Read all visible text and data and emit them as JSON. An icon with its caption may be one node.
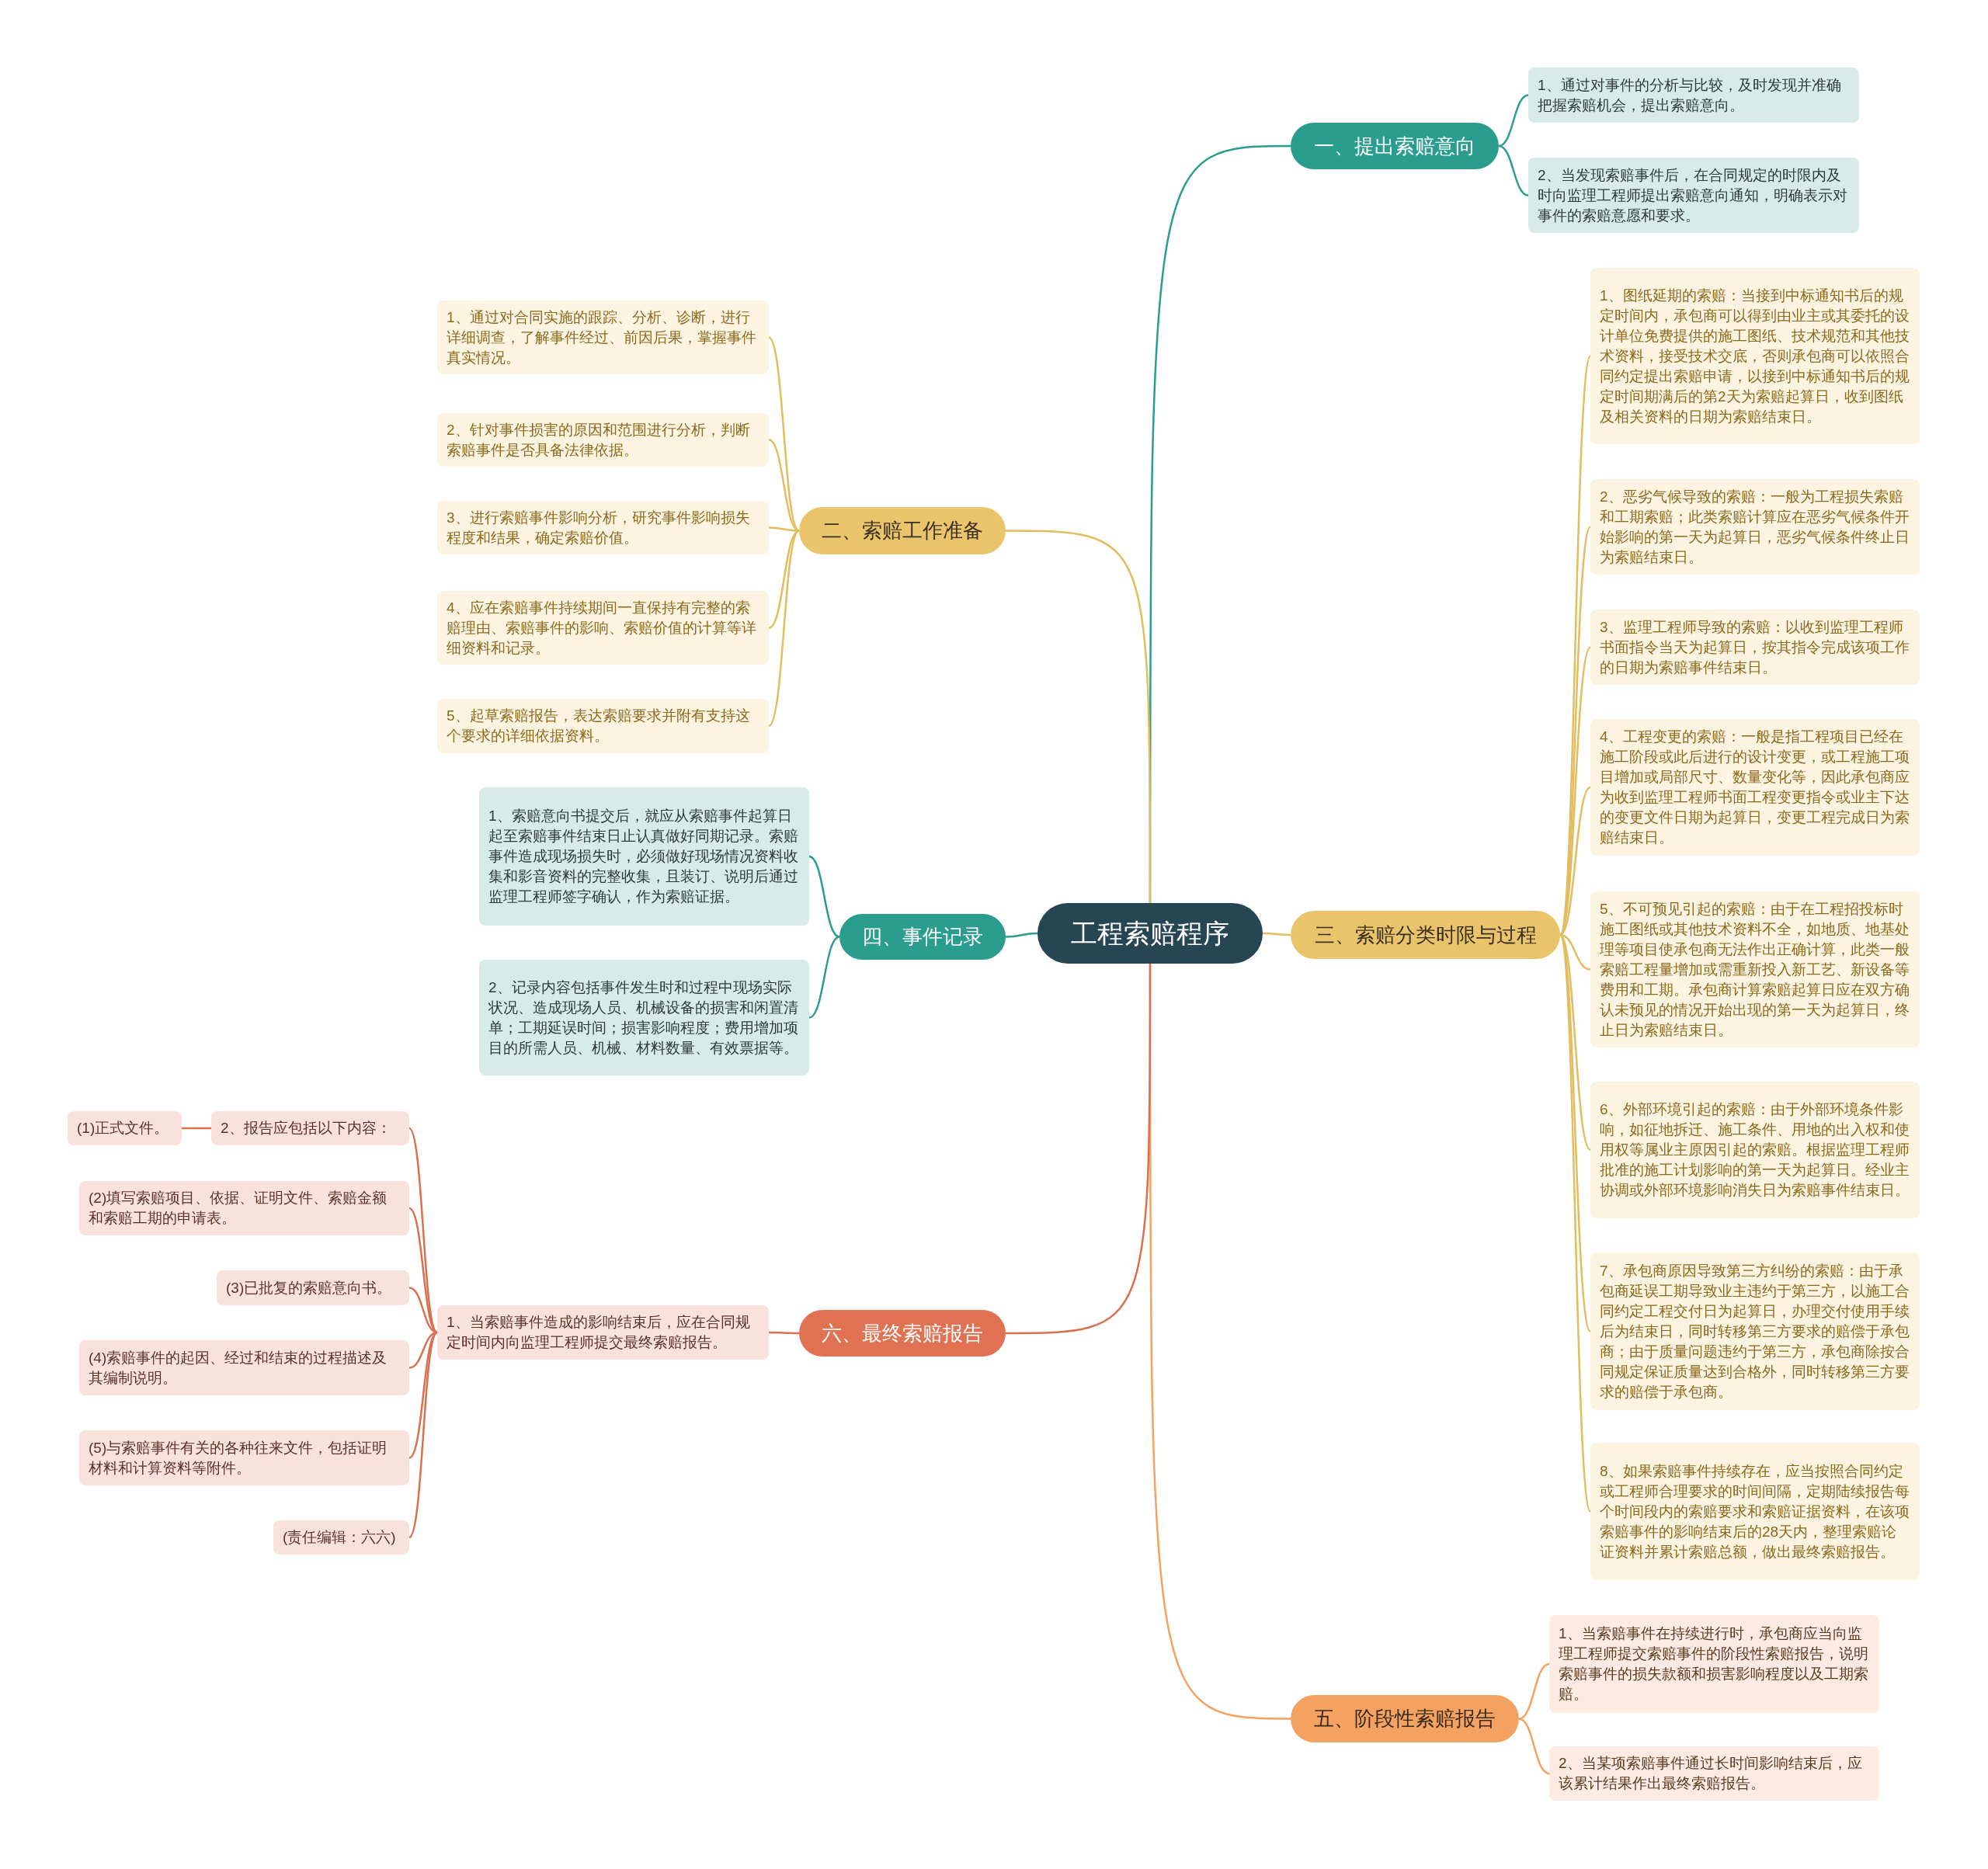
{
  "diagram": {
    "nodes": [
      {
        "text": [
          "工程索赔程序"
        ]
      },
      {
        "text": [
          "一、提出索赔意向"
        ]
      },
      {
        "text": [
          "1、通过对事件的分析与比较，及时发现并准确把握索赔机会，提出索赔意向。"
        ]
      },
      {
        "text": [
          "2、当发现索赔事件后，在合同规定的时限内及时向监理工程师提出索赔意向通知，明确表示对事件的索赔意愿和要求。"
        ]
      },
      {
        "text": [
          "二、索赔工作准备"
        ]
      },
      {
        "text": [
          "1、通过对合同实施的跟踪、分析、诊断，进行详细调查，了解事件经过、前因后果，掌握事件真实情况。"
        ]
      },
      {
        "text": [
          "2、针对事件损害的原因和范围进行分析，判断索赔事件是否具备法律依据。"
        ]
      },
      {
        "text": [
          "3、进行索赔事件影响分析，研究事件影响损失程度和结果，确定索赔价值。"
        ]
      },
      {
        "text": [
          "4、应在索赔事件持续期间一直保持有完整的索赔理由、索赔事件的影响、索赔价值的计算等详细资料和记录。"
        ]
      },
      {
        "text": [
          "5、起草索赔报告，表达索赔要求并附有支持这个要求的详细依据资料。"
        ]
      },
      {
        "text": [
          "三、索赔分类时限与过程"
        ]
      },
      {
        "text": [
          "1、图纸延期的索赔：当接到中标通知书后的规定时间内，承包商可以得到由业主或其委托的设计单位免费提供的施工图纸、技术规范和其他技术资料，接受技术交底，否则承包商可以依照合同约定提出索赔申请，以接到中标通知书后的规定时间期满后的第2天为索赔起算日，收到图纸及相关资料的日期为索赔结束日。"
        ]
      },
      {
        "text": [
          "2、恶劣气候导致的索赔：一般为工程损失索赔和工期索赔；此类索赔计算应在恶劣气候条件开始影响的第一天为起算日，恶劣气候条件终止日为索赔结束日。"
        ]
      },
      {
        "text": [
          "3、监理工程师导致的索赔：以收到监理工程师书面指令当天为起算日，按其指令完成该项工作的日期为索赔事件结束日。"
        ]
      },
      {
        "text": [
          "4、工程变更的索赔：一般是指工程项目已经在施工阶段或此后进行的设计变更，或工程施工项目增加或局部尺寸、数量变化等，因此承包商应为收到监理工程师书面工程变更指令或业主下达的变更文件日期为起算日，变更工程完成日为索赔结束日。"
        ]
      },
      {
        "text": [
          "5、不可预见引起的索赔：由于在工程招投标时施工图纸或其他技术资料不全，如地质、地基处理等项目使承包商无法作出正确计算，此类一般索赔工程量增加或需重新投入新工艺、新设备等费用和工期。承包商计算索赔起算日应在双方确认未预见的情况开始出现的第一天为起算日，终止日为索赔结束日。"
        ]
      },
      {
        "text": [
          "6、外部环境引起的索赔：由于外部环境条件影响，如征地拆迁、施工条件、用地的出入权和使用权等属业主原因引起的索赔。根据监理工程师批准的施工计划影响的第一天为起算日。经业主协调或外部环境影响消失日为索赔事件结束日。"
        ]
      },
      {
        "text": [
          "7、承包商原因导致第三方纠纷的索赔：由于承包商延误工期导致业主违约于第三方，以施工合同约定工程交付日为起算日，办理交付使用手续后为结束日，同时转移第三方要求的赔偿于承包商；由于质量问题违约于第三方，承包商除按合同规定保证质量达到合格外，同时转移第三方要求的赔偿于承包商。"
        ]
      },
      {
        "text": [
          "8、如果索赔事件持续存在，应当按照合同约定或工程师合理要求的时间间隔，定期陆续报告每个时间段内的索赔要求和索赔证据资料，在该项索赔事件的影响结束后的28天内，整理索赔论证资料并累计索赔总额，做出最终索赔报告。"
        ]
      },
      {
        "text": [
          "四、事件记录"
        ]
      },
      {
        "text": [
          "1、索赔意向书提交后，就应从索赔事件起算日起至索赔事件结束日止认真做好同期记录。索赔事件造成现场损失时，必须做好现场情况资料收集和影音资料的完整收集，且装订、说明后通过监理工程师签字确认，作为索赔证据。"
        ]
      },
      {
        "text": [
          "2、记录内容包括事件发生时和过程中现场实际状况、造成现场人员、机械设备的损害和闲置清单；工期延误时间；损害影响程度；费用增加项目的所需人员、机械、材料数量、有效票据等。"
        ]
      },
      {
        "text": [
          "五、阶段性索赔报告"
        ]
      },
      {
        "text": [
          "1、当索赔事件在持续进行时，承包商应当向监理工程师提交索赔事件的阶段性索赔报告，说明索赔事件的损失款额和损害影响程度以及工期索赔。"
        ]
      },
      {
        "text": [
          "2、当某项索赔事件通过长时间影响结束后，应该累计结果作出最终索赔报告。"
        ]
      },
      {
        "text": [
          "六、最终索赔报告"
        ]
      },
      {
        "text": [
          "1、当索赔事件造成的影响结束后，应在合同规定时间内向监理工程师提交最终索赔报告。"
        ]
      },
      {
        "text": [
          "2、报告应包括以下内容："
        ]
      },
      {
        "text": [
          "(1)正式文件。"
        ]
      },
      {
        "text": [
          "(2)填写索赔项目、依据、证明文件、索赔金额和索赔工期的申请表。"
        ]
      },
      {
        "text": [
          "(3)已批复的索赔意向书。"
        ]
      },
      {
        "text": [
          "(4)索赔事件的起因、经过和结束的过程描述及其编制说明。"
        ]
      },
      {
        "text": [
          "(5)与索赔事件有关的各种往来文件，包括证明材料和计算资料等附件。"
        ]
      },
      {
        "text": [
          "(责任编辑：六六)"
        ]
      }
    ],
    "edges": [
      {
        "from": 0,
        "to": 1,
        "arrow": "none",
        "color": "#2a9d8f"
      },
      {
        "from": 1,
        "to": 2,
        "arrow": "none",
        "color": "#2a9d8f"
      },
      {
        "from": 1,
        "to": 3,
        "arrow": "none",
        "color": "#2a9d8f"
      },
      {
        "from": 0,
        "to": 4,
        "arrow": "none"
      },
      {
        "from": 4,
        "to": 5,
        "arrow": "none"
      },
      {
        "from": 4,
        "to": 6,
        "arrow": "none"
      },
      {
        "from": 4,
        "to": 7,
        "arrow": "none"
      },
      {
        "from": 4,
        "to": 8,
        "arrow": "none"
      },
      {
        "from": 4,
        "to": 9,
        "arrow": "none"
      },
      {
        "from": 0,
        "to": 10,
        "arrow": "none"
      },
      {
        "from": 10,
        "to": 11,
        "arrow": "none"
      },
      {
        "from": 10,
        "to": 12,
        "arrow": "none"
      },
      {
        "from": 10,
        "to": 13,
        "arrow": "none"
      },
      {
        "from": 10,
        "to": 14,
        "arrow": "none"
      },
      {
        "from": 10,
        "to": 15,
        "arrow": "none"
      },
      {
        "from": 10,
        "to": 16,
        "arrow": "none"
      },
      {
        "from": 10,
        "to": 17,
        "arrow": "none"
      },
      {
        "from": 10,
        "to": 18,
        "arrow": "none"
      },
      {
        "from": 0,
        "to": 19,
        "arrow": "none",
        "color": "#2a9d8f"
      },
      {
        "from": 19,
        "to": 20,
        "arrow": "none",
        "color": "#2a9d8f"
      },
      {
        "from": 19,
        "to": 21,
        "arrow": "none",
        "color": "#2a9d8f"
      },
      {
        "from": 0,
        "to": 22,
        "arrow": "none",
        "color": "#f4a261"
      },
      {
        "from": 22,
        "to": 23,
        "arrow": "none",
        "color": "#f4a261"
      },
      {
        "from": 22,
        "to": 24,
        "arrow": "none",
        "color": "#f4a261"
      },
      {
        "from": 0,
        "to": 25,
        "arrow": "none",
        "color": "#d9704f"
      },
      {
        "from": 25,
        "to": 26,
        "arrow": "none",
        "color": "#d9704f"
      },
      {
        "from": 26,
        "to": 27,
        "arrow": "none",
        "color": "#d9704f"
      },
      {
        "from": 27,
        "to": 28,
        "arrow": "none",
        "color": "#d9704f"
      },
      {
        "from": 26,
        "to": 29,
        "arrow": "none",
        "color": "#d9704f"
      },
      {
        "from": 26,
        "to": 30,
        "arrow": "none",
        "color": "#d9704f"
      },
      {
        "from": 26,
        "to": 31,
        "arrow": "none",
        "color": "#d9704f"
      },
      {
        "from": 26,
        "to": 32,
        "arrow": "none",
        "color": "#d9704f"
      },
      {
        "from": 26,
        "to": 33,
        "arrow": "none",
        "color": "#d9704f"
      }
    ]
  }
}
